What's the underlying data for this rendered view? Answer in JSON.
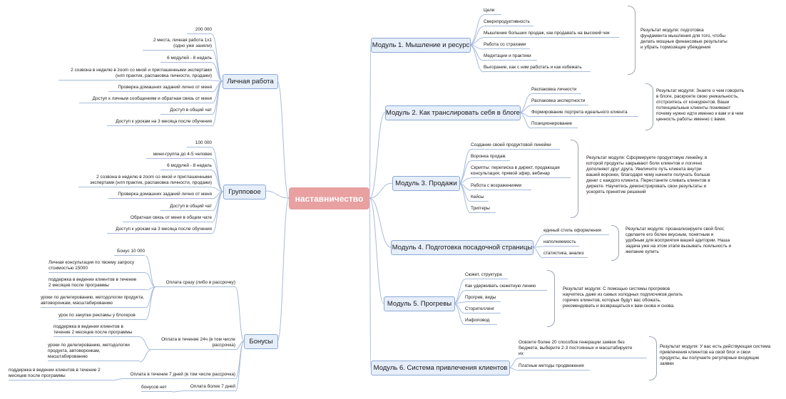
{
  "center": "наставничество",
  "left": {
    "personal": {
      "title": "Личная работа",
      "items": [
        "200 000",
        "2 места, личная работа 1х1",
        "(одно уже заняли)",
        "6 модулей - 8 недель",
        "2 созвона в неделю в zoom со мной и приглашенными экспертами",
        "(нлп практик, распаковка личности, продажи)",
        "Проверка домашних заданий лично от меня",
        "Доступ к личным сообщениям и обратная связь от меня",
        "Доступ в общий чат",
        "Доступ к урокам на 3 месяца после обучения"
      ]
    },
    "group": {
      "title": "Групповое",
      "items": [
        "100 000",
        "мини-группа до 4-5 человек",
        "6 модулей - 8 недель",
        "2 созвона в неделю в zoom со мной и приглашенными",
        "экспертами (нлп практик, распаковка личности, продажи)",
        "Проверка домашних заданий лично от меня",
        "Доступ в общий чат",
        "Обратная связь от меня в общем чате",
        "Доступ к урокам на 3 месяца после обучения"
      ]
    },
    "bonuses": {
      "title": "Бонусы",
      "groups": [
        {
          "label": "Оплата сразу (либо в рассрочку)",
          "items": [
            "Бонус 10 000",
            "Личная консультация по твоему запросу",
            "стоимостью 15000",
            "поддержка в ведении клиентов в течение",
            "2 месяцев после программы",
            "уроки по делегированию, методологии продукта,",
            "автоворонкам, масштабированию",
            "урок по закупке рекламы у блогеров"
          ]
        },
        {
          "label": "Оплата в течение 24ч (в том числе",
          "label2": "рассрочка)",
          "items": [
            "поддержка в ведении клиентов в",
            "течение 2 месяцев после программы",
            "уроки по делегированию, методологии",
            "продукта, автоворонкам,",
            "масштабированию"
          ]
        },
        {
          "label": "Оплата в течение 7 дней (в том числе рассрочка)",
          "items": [
            "поддержка в ведении клиентов в течение 2",
            "месяцев после программы"
          ]
        },
        {
          "label": "Оплата более 7 дней",
          "items": [
            "бонусов нет"
          ]
        }
      ]
    }
  },
  "modules": [
    {
      "title": "Модуль 1. Мышление и ресурс",
      "items": [
        "Цели",
        "Сверхпродуктивность",
        "Мышление больших продаж, как продавать на высокий чек",
        "Работа со страхами",
        "Медитации и практики",
        "Выгорание, как с ним работать и как избежать"
      ],
      "result": [
        "Результат модуля: подготовка",
        "фундамента мышления для того, чтобы",
        "делать мощные финансовые результаты",
        "и убрать тормозящие убеждения"
      ]
    },
    {
      "title": "Модуль 2. Как транслировать себя в блоге",
      "items": [
        "Распаковка личности",
        "Распаковка экспертности",
        "Формирование портрета идеального клиента",
        "Позиционирование"
      ],
      "result": [
        "Результат модуля: Знаете о чем говорить",
        "в блоге, раскроете свою уникальность,",
        "отстроитесь от конкурентов. Ваши",
        "потенциальные клиенты понимают",
        "почему нужно идти именно к вам и в чем",
        "ценность работы именно с вами."
      ]
    },
    {
      "title": "Модуль 3. Продажи",
      "items": [
        "Создание своей продуктовой линейки",
        "Воронка продаж",
        "Скрипты: переписка в директ, продающая",
        "консультация, прямой эфир, вебинар",
        "Работа с возражениями",
        "Кейсы",
        "Триггеры"
      ],
      "result": [
        "Результат модуля: Сформируете продуктовую линейку, в",
        "которой продукты закрывают боли клиентов и логично",
        "дополняют друг друга. Увеличите путь клиента внутри",
        "вашей воронки, благодаря чему начнете получать больше",
        "денег с каждого клиента. Перестанете сливать клиентов в",
        "директе. Научитесь демонстрировать свои результаты и",
        "ускорять принятие решений"
      ]
    },
    {
      "title": "Модуль 4. Подготовка посадочной страницы",
      "items": [
        "единый стиль оформления",
        "наполняемость",
        "статистика, анализ"
      ],
      "result": [
        "Результат модуля: проанализируете свой блог,",
        "сделаете его более вкусным, понятным и",
        "удобным для  восприятия вашей адитории. Наша",
        "задача уже на этом этапе вызывать лояльность и",
        "желание купить"
      ]
    },
    {
      "title": "Модуль 5. Прогревы",
      "items": [
        "Сюжет, структура",
        "Как удерживать сюжетную линию",
        "Прогрев, виды",
        "Сторителлинг",
        "Инфоповод"
      ],
      "result": [
        "Результат модуля: С помощью системы прогревов",
        "научитесь даже из самых холодных подписчиков делать",
        "горячих клиентов, которые будут вас обожать,",
        "рекомендовать и возвращаться к вам снова и снова."
      ]
    },
    {
      "title": "Модуль 6. Система привлечения клиентов",
      "items": [
        "Освоите более 20 способов генерации заявок без",
        "бюджета, выберите 2-3 постоянных и масштабируете",
        "их",
        "Платные методы продвижения"
      ],
      "result": [
        "Результат модуля: У вас есть действующая система",
        "привлечения клиентов на свой блог и свои",
        "продукты, вы получаете регулярные входящие",
        "заявки"
      ]
    }
  ],
  "colors": {
    "center": "#e8a0a0",
    "node_border": "#8aa9d6",
    "node_fill": "#e6eefa",
    "link": "#a6bbdc"
  }
}
